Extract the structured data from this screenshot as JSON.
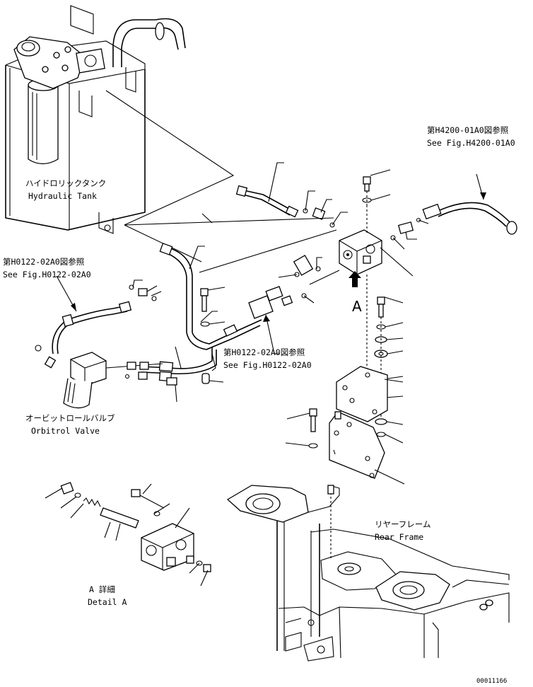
{
  "labels": {
    "hydraulic_tank_jp": "ハイドロリックタンク",
    "hydraulic_tank_en": "Hydraulic Tank",
    "ref_h4200_jp": "第H4200-01A0図参照",
    "ref_h4200_en": "See Fig.H4200-01A0",
    "ref_h0122_left_jp": "第H0122-02A0図参照",
    "ref_h0122_left_en": "See Fig.H0122-02A0",
    "ref_h0122_mid_jp": "第H0122-02A0図参照",
    "ref_h0122_mid_en": "See Fig.H0122-02A0",
    "orbitrol_jp": "オービットロールバルブ",
    "orbitrol_en": "Orbitrol Valve",
    "rear_frame_jp": "リヤーフレーム",
    "rear_frame_en": "Rear Frame",
    "detail_jp": "A 詳細",
    "detail_en": "Detail A",
    "view_letter": "A",
    "drawing_number": "00011166"
  }
}
